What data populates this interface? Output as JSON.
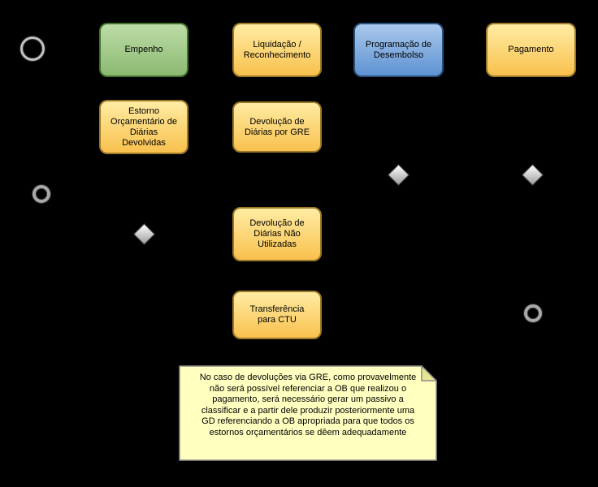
{
  "diagram": {
    "background": "#000000",
    "tasks": [
      {
        "id": "empenho",
        "label": "Empenho",
        "type": "green"
      },
      {
        "id": "liquidacao-reconhecimento",
        "label": "Liquidação /\nReconhecimento",
        "type": "yellow"
      },
      {
        "id": "programacao-desembolso",
        "label": "Programação de\nDesembolso",
        "type": "blue"
      },
      {
        "id": "pagamento",
        "label": "Pagamento",
        "type": "yellow"
      },
      {
        "id": "estorno-orcamentario",
        "label": "Estorno\nOrçamentário de\nDiárias\nDevolvidas",
        "type": "yellow"
      },
      {
        "id": "devolucao-diarias-gre",
        "label": "Devolução de\nDiárias por GRE",
        "type": "yellow"
      },
      {
        "id": "devolucao-diarias-nao-utilizadas",
        "label": "Devolução de\nDiárias Não\nUtilizadas",
        "type": "yellow"
      },
      {
        "id": "transferencia-ctu",
        "label": "Transferência\npara CTU",
        "type": "yellow"
      }
    ],
    "events": [
      {
        "id": "start-event",
        "kind": "start"
      },
      {
        "id": "end-event-left",
        "kind": "end"
      },
      {
        "id": "end-event-right",
        "kind": "end"
      }
    ],
    "gateways": [
      {
        "id": "gateway-estorno"
      },
      {
        "id": "gateway-programacao"
      },
      {
        "id": "gateway-pagamento"
      }
    ],
    "note": {
      "text": "No caso de devoluções via GRE, como provavelmente\nnão será possível referenciar a OB que realizou o\npagamento, será necessário gerar um passivo a\nclassificar e a partir dele produzir posteriormente uma\nGD referenciando a OB apropriada para que todos os\nestornos orçamentários se dêem adequadamente"
    },
    "colors": {
      "task_yellow_top": "#ffeca3",
      "task_yellow_bottom": "#f9c14e",
      "task_yellow_border": "#9c7a2a",
      "task_green_top": "#bcdca6",
      "task_green_bottom": "#8cba72",
      "task_green_border": "#44702c",
      "task_blue_top": "#aac8ec",
      "task_blue_bottom": "#5e93d2",
      "task_blue_border": "#29517e",
      "gateway_fill": "#c9c9c9",
      "event_ring": "#a8a8a8",
      "note_fill": "#ffffc0",
      "note_fold": "#e6e692",
      "note_border": "#8a8a8a",
      "background": "#000000"
    }
  }
}
